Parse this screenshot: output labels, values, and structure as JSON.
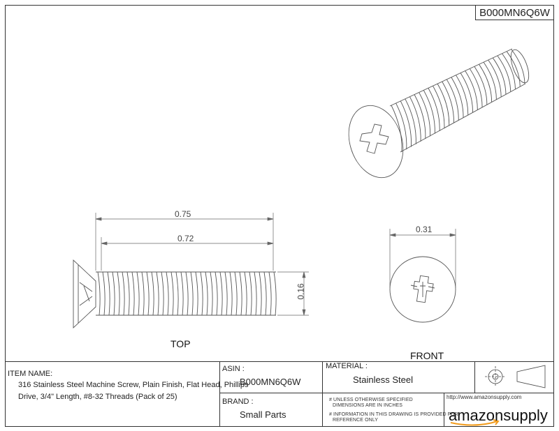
{
  "header": {
    "asin_code": "B000MN6Q6W"
  },
  "views": {
    "top": {
      "label": "TOP",
      "dim_overall_length": "0.75",
      "dim_thread_length": "0.72",
      "dim_diameter": "0.16"
    },
    "front": {
      "label": "FRONT",
      "dim_head_diameter": "0.31"
    }
  },
  "title_block": {
    "item_name_label": "ITEM NAME:",
    "item_name_line1": "316 Stainless Steel Machine Screw, Plain Finish, Flat Head, Phillips",
    "item_name_line2": "Drive, 3/4\" Length, #8-32 Threads (Pack of 25)",
    "asin_label": "ASIN :",
    "asin_value": "B000MN6Q6W",
    "material_label": "MATERIAL :",
    "material_value": "Stainless Steel",
    "brand_label": "BRAND :",
    "brand_value": "Small Parts",
    "note1_line1": "# UNLESS OTHERWISE SPECIFIED",
    "note1_line2": "DIMENSIONS ARE IN INCHES",
    "note2_line1": "# INFORMATION IN THIS DRAWING IS PROVIDED FOR",
    "note2_line2": "REFERENCE ONLY",
    "url": "http://www.amazonsupply.com",
    "logo_amazon": "amazon",
    "logo_supply": "supply"
  },
  "colors": {
    "line": "#333333",
    "dim_line": "#555555",
    "logo_accent": "#f29d1f"
  }
}
